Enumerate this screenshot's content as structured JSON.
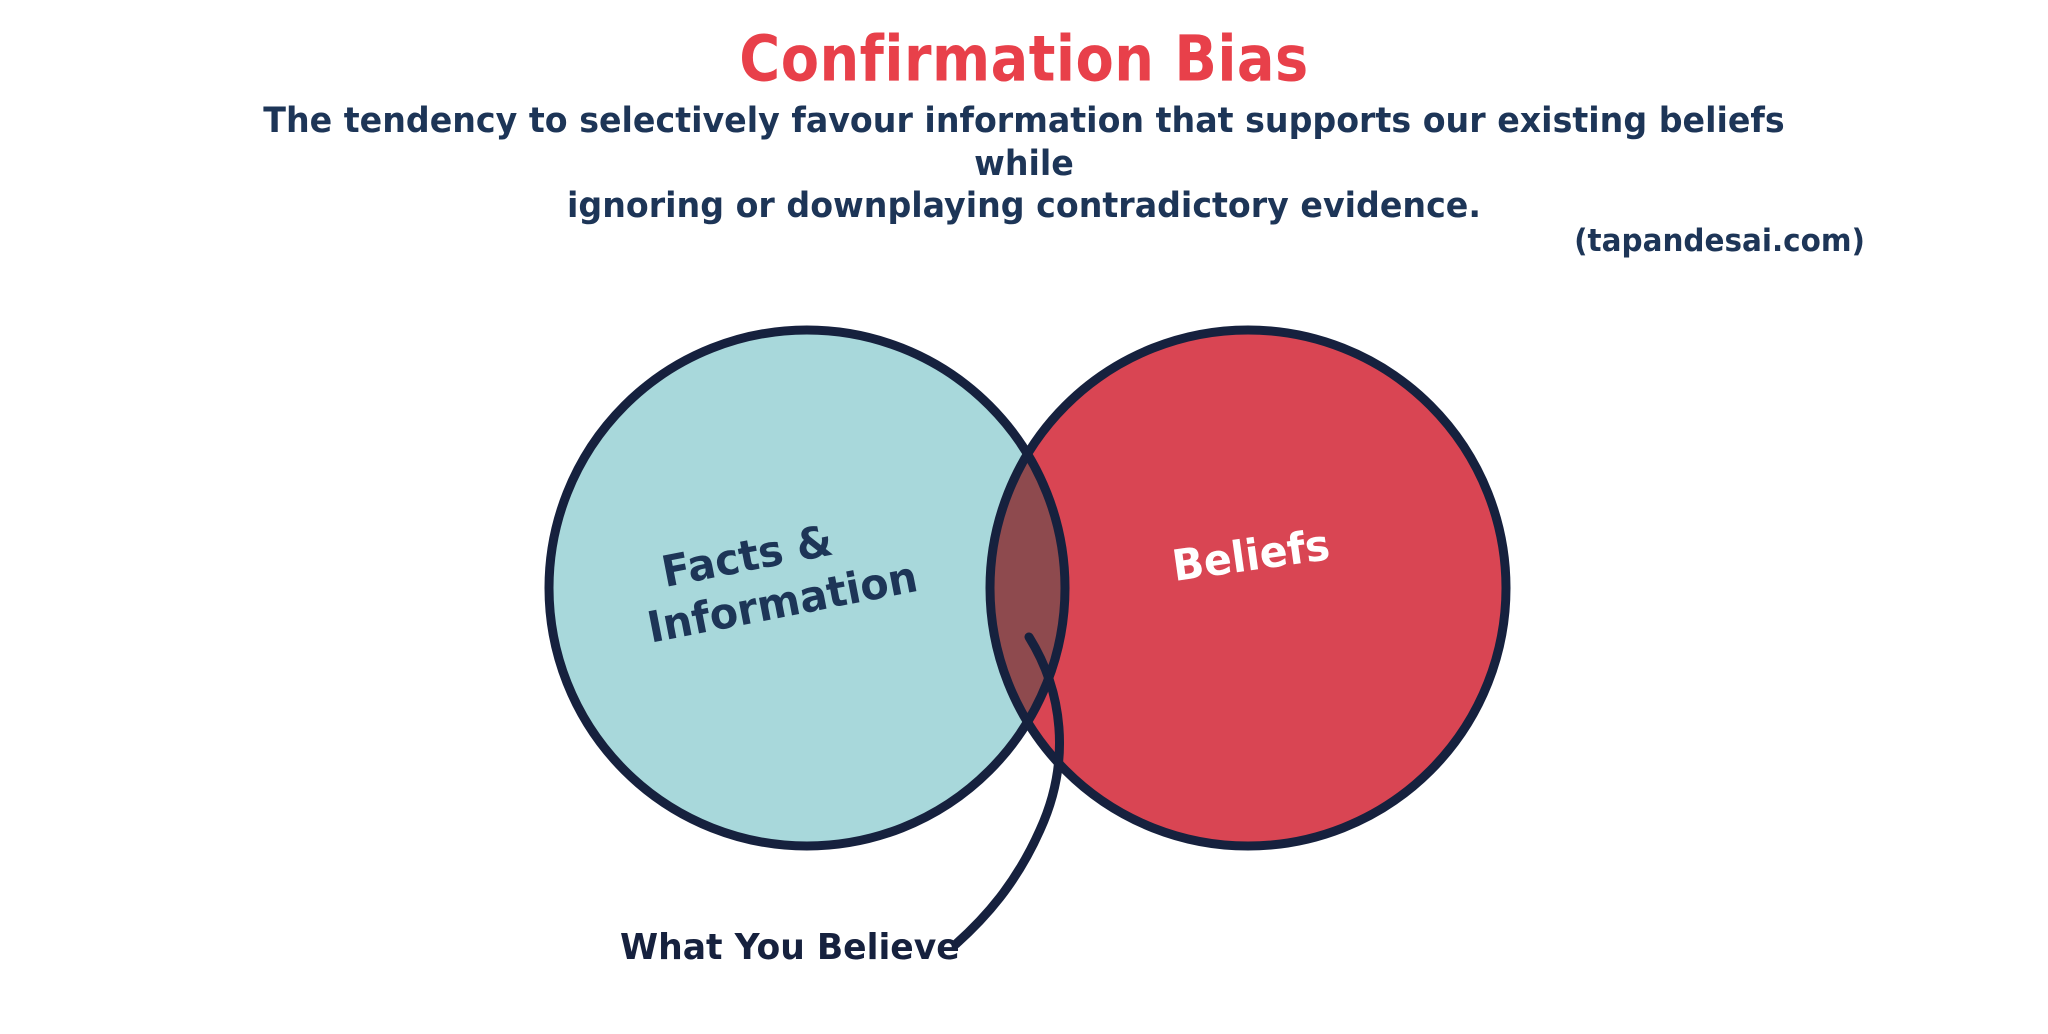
{
  "header": {
    "title": "Confirmation Bias",
    "subtitle_lines": [
      "The tendency to selectively favour information that supports our existing beliefs while",
      "ignoring or downplaying contradictory evidence."
    ],
    "attribution": "(tapandesai.com)"
  },
  "diagram": {
    "type": "venn",
    "left_circle": {
      "label_line_1": "Facts &",
      "label_line_2": "Information",
      "fill": "#A8D8DB",
      "stroke": "#16213E",
      "label_color": "#1D3557"
    },
    "right_circle": {
      "label": "Beliefs",
      "fill": "#D94553",
      "stroke": "#16213E",
      "label_color": "#FFFFFF"
    },
    "intersection": {
      "fill": "#8E4A4E",
      "callout_label": "What You Believe",
      "callout_color": "#16213E"
    }
  },
  "colors": {
    "background": "#FFFFFF",
    "title_red": "#E8404A",
    "navy": "#1D3557",
    "ink": "#16213E",
    "teal": "#A8D8DB",
    "red": "#D94553",
    "overlap": "#8E4A4E"
  }
}
